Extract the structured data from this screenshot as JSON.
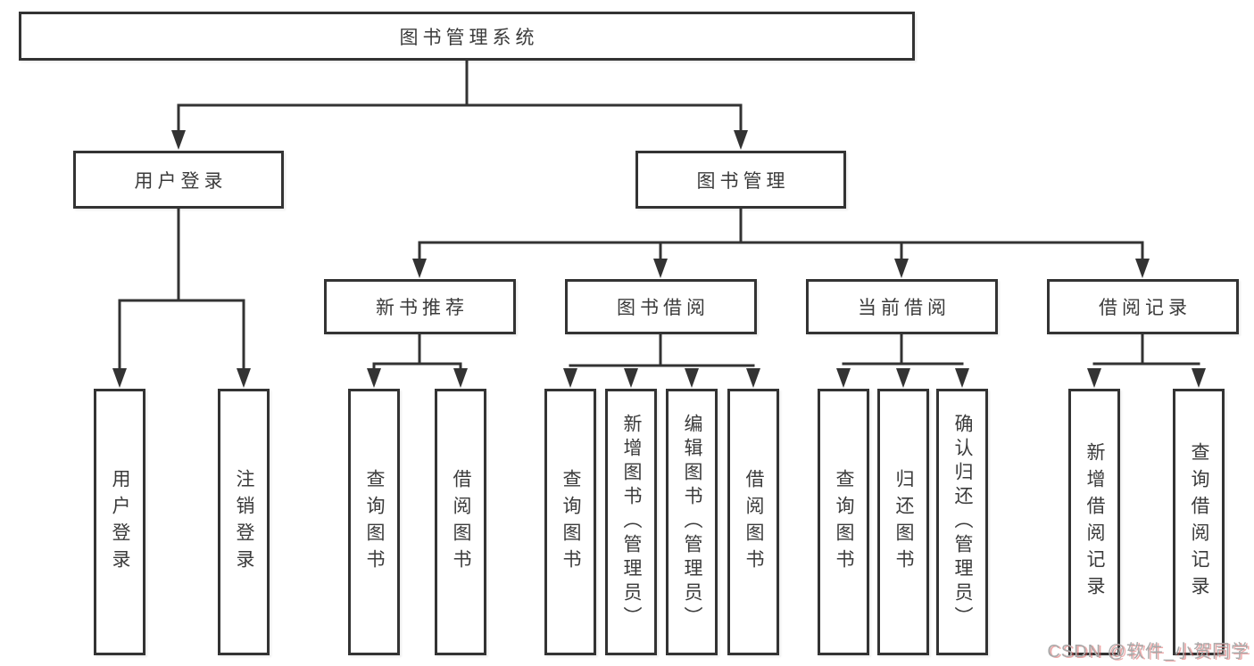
{
  "tree": {
    "root": {
      "label": "图书管理系统",
      "children": [
        {
          "label": "用户登录",
          "children": [
            {
              "label": "用户登录"
            },
            {
              "label": "注销登录"
            }
          ]
        },
        {
          "label": "图书管理",
          "children": [
            {
              "label": "新书推荐",
              "children": [
                {
                  "label": "查询图书"
                },
                {
                  "label": "借阅图书"
                }
              ]
            },
            {
              "label": "图书借阅",
              "children": [
                {
                  "label": "查询图书"
                },
                {
                  "label": "新增图书（管理员）"
                },
                {
                  "label": "编辑图书（管理员）"
                },
                {
                  "label": "借阅图书"
                }
              ]
            },
            {
              "label": "当前借阅",
              "children": [
                {
                  "label": "查询图书"
                },
                {
                  "label": "归还图书"
                },
                {
                  "label": "确认归还（管理员）"
                }
              ]
            },
            {
              "label": "借阅记录",
              "children": [
                {
                  "label": "新增借阅记录"
                },
                {
                  "label": "查询借阅记录"
                }
              ]
            }
          ]
        }
      ]
    }
  },
  "watermark": "CSDN @软件_小贺同学",
  "colors": {
    "line": "#333333",
    "box_border": "#333333",
    "text": "#3b3b3b",
    "watermark_gray": "#a9a9a9",
    "watermark_red": "#db5858"
  }
}
